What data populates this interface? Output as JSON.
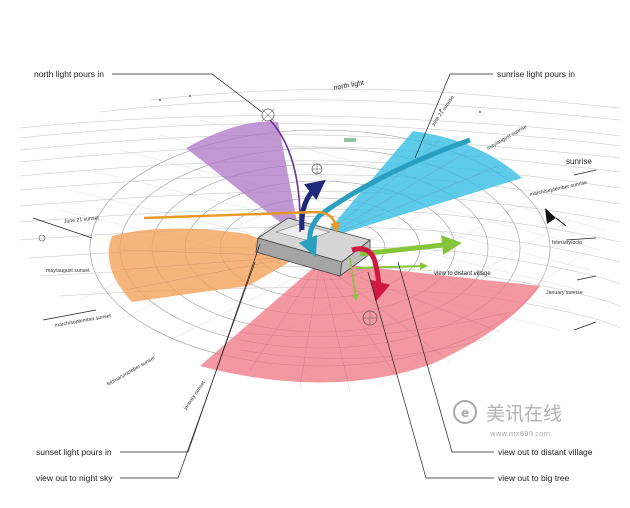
{
  "callouts": {
    "north_light_pours_in": "north light pours in",
    "sunrise_light_pours_in": "sunrise light pours in",
    "sunset_light_pours_in": "sunset light pours in",
    "view_out_to_night_sky": "view out to night sky",
    "view_out_to_distant_village": "view out to distant village",
    "view_out_to_big_tree": "view out to big tree"
  },
  "diagram_labels": {
    "north_light": "north light",
    "june21_sunset": "June 21 sunset",
    "may_august_sunset": "may/august sunset",
    "march_september_sunset": "march/september sunset",
    "february_october_sunset": "february/october sunset",
    "january_sunset": "january sunset",
    "june21_sunrise": "june 21 sunrise",
    "may_august_sunrise": "may/august sunrise",
    "sunrise": "sunrise",
    "march_september_sunrise": "march/september sunrise",
    "february_october": "february/octo",
    "january_sunrise": "January sunrise",
    "view_to_distant_village": "view to distant village"
  },
  "watermark": {
    "brand": "美讯在线",
    "url": "www.mx699.com"
  },
  "colors": {
    "north_light": "#b07ac8",
    "sunrise": "#3bbfe6",
    "sunset": "#f5a25a",
    "south": "#f07a86",
    "arrow_navy": "#1f2a7a",
    "arrow_teal": "#2b9fc0",
    "arrow_orange": "#e79a2a",
    "arrow_green": "#86c43a",
    "arrow_red": "#d01840",
    "arrow_purple": "#6a2f9a"
  }
}
